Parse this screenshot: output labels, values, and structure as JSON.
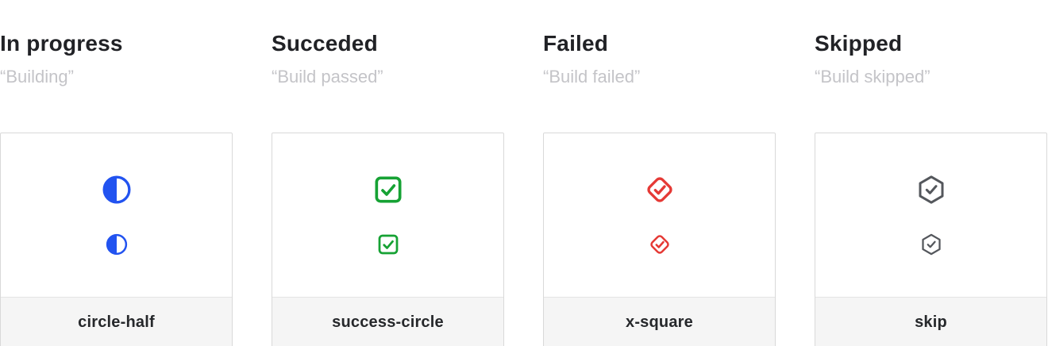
{
  "page": {
    "background": "#ffffff"
  },
  "columns": [
    {
      "title": "In progress",
      "subtitle": "“Building”",
      "icon": "circle-half-icon",
      "icon_name": "circle-half",
      "color": "#2253f0"
    },
    {
      "title": "Succeded",
      "subtitle": "“Build passed”",
      "icon": "check-square-icon",
      "icon_name": "success-circle",
      "color": "#16a234"
    },
    {
      "title": "Failed",
      "subtitle": "“Build failed”",
      "icon": "check-diamond-icon",
      "icon_name": "x-square",
      "color": "#e53935"
    },
    {
      "title": "Skipped",
      "subtitle": "“Build skipped”",
      "icon": "hexagon-check-icon",
      "icon_name": "skip",
      "color": "#54575c"
    }
  ]
}
